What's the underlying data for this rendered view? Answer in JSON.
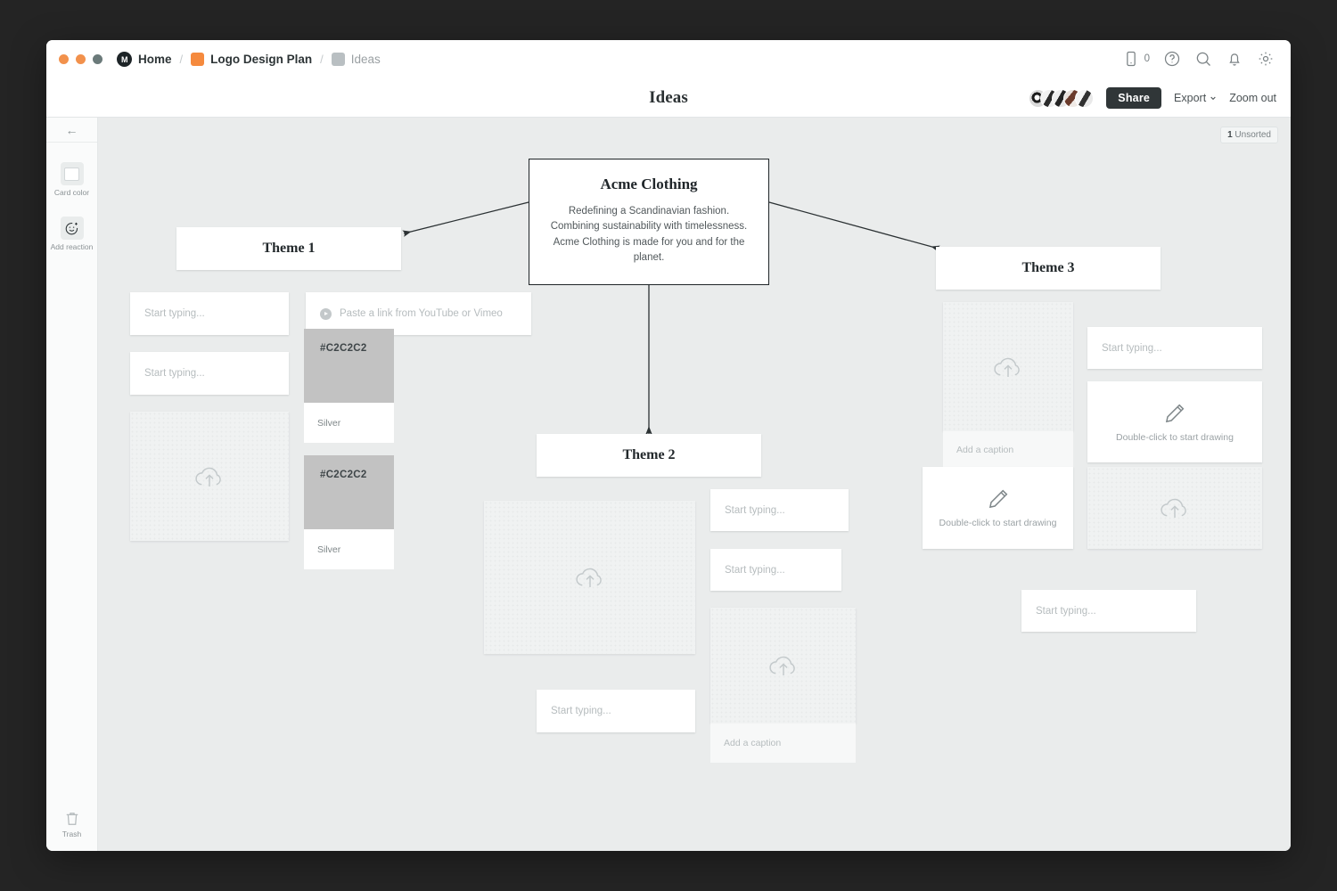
{
  "window": {
    "breadcrumbs": [
      {
        "label": "Home",
        "icon": "logo-monogram-icon"
      },
      {
        "label": "Logo Design Plan",
        "icon": "orange-swatch-icon"
      },
      {
        "label": "Ideas",
        "icon": "gray-swatch-icon"
      }
    ],
    "separator": "/",
    "logo_monogram": "M"
  },
  "toolbar": {
    "phone_count": "0",
    "icons": [
      "phone-icon",
      "help-icon",
      "search-icon",
      "bell-icon",
      "gear-icon"
    ]
  },
  "header": {
    "title": "Ideas",
    "share_label": "Share",
    "export_label": "Export",
    "zoom_label": "Zoom out"
  },
  "sidebar": {
    "back": "←",
    "card_color_label": "Card color",
    "add_reaction_label": "Add reaction",
    "trash_label": "Trash"
  },
  "canvas": {
    "unsorted_count": "1",
    "unsorted_label": "Unsorted",
    "placeholders": {
      "text": "Start typing...",
      "video": "Paste a link from YouTube or Vimeo",
      "caption": "Add a caption",
      "drawing": "Double-click to start drawing"
    },
    "root": {
      "title": "Acme Clothing",
      "body": "Redefining a Scandinavian fashion. Combining sustainability with timelessness. Acme Clothing is made for you and for the planet."
    },
    "themes": [
      {
        "title": "Theme 1"
      },
      {
        "title": "Theme 2"
      },
      {
        "title": "Theme 3"
      }
    ],
    "swatches": [
      {
        "hex": "#C2C2C2",
        "name": "Silver",
        "color": "#c2c2c2"
      },
      {
        "hex": "#C2C2C2",
        "name": "Silver",
        "color": "#c2c2c2"
      }
    ]
  },
  "colors": {
    "canvas_bg": "#eaecec",
    "accent_orange": "#f58a3e",
    "share_bg": "#303638",
    "swatch_gray": "#c2c2c2"
  }
}
